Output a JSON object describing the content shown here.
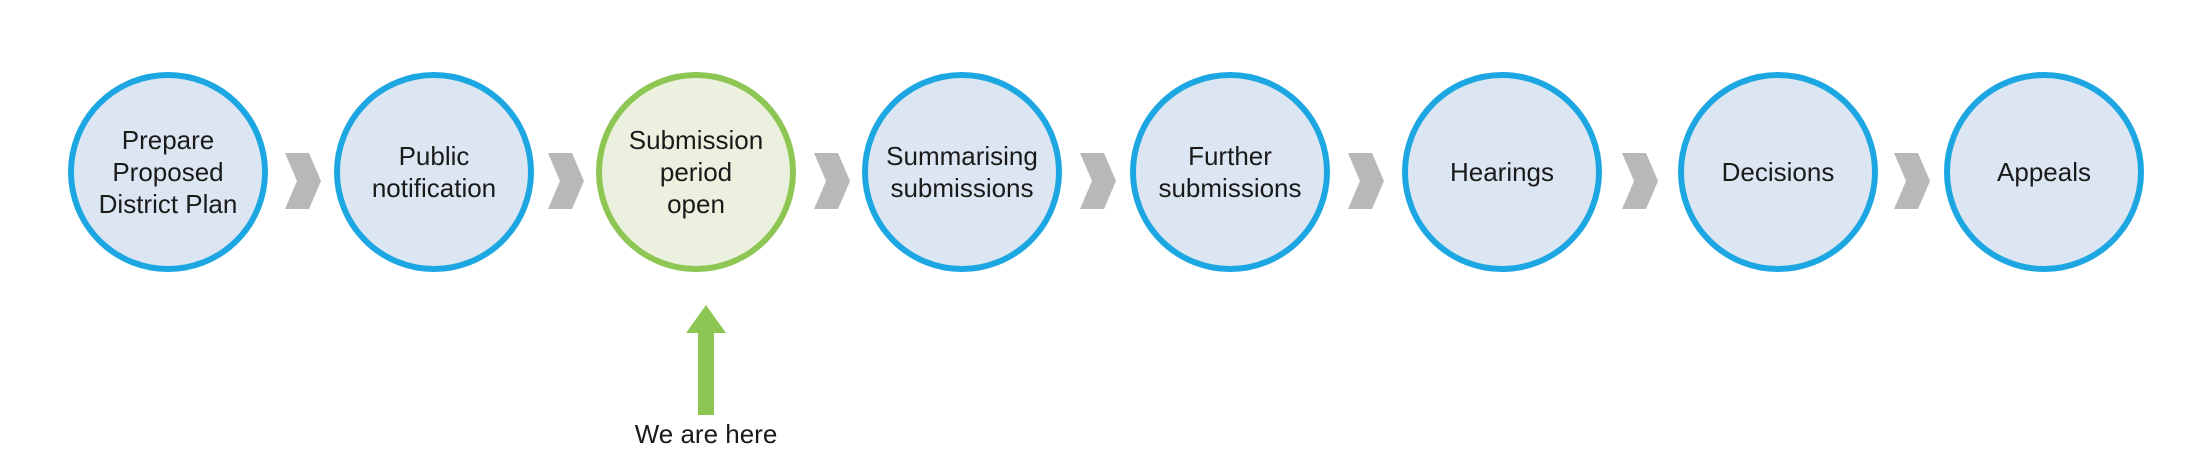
{
  "steps": [
    {
      "label": "Prepare\nProposed\nDistrict Plan",
      "current": false
    },
    {
      "label": "Public\nnotification",
      "current": false
    },
    {
      "label": "Submission\nperiod\nopen",
      "current": true
    },
    {
      "label": "Summarising\nsubmissions",
      "current": false
    },
    {
      "label": "Further\nsubmissions",
      "current": false
    },
    {
      "label": "Hearings",
      "current": false
    },
    {
      "label": "Decisions",
      "current": false
    },
    {
      "label": "Appeals",
      "current": false
    }
  ],
  "marker": {
    "label": "We are here"
  },
  "colors": {
    "step_border": "#1ca6e2",
    "step_fill": "#dce6f2",
    "current_border": "#8dc652",
    "current_fill": "#ebf1de",
    "chevron": "#b8b8b8",
    "marker_arrow": "#8dc652"
  }
}
